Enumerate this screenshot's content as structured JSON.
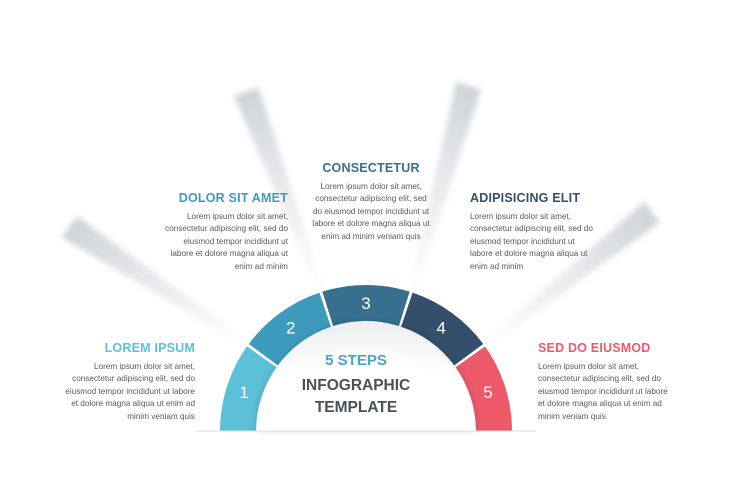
{
  "center": {
    "line1": "5 STEPS",
    "line2": "INFOGRAPHIC",
    "line3": "TEMPLATE",
    "accent": "#4aa7c4",
    "text_color": "#4a5058"
  },
  "steps": [
    {
      "number": "1",
      "title": "LOREM IPSUM",
      "color": "#5bc0d8",
      "lines": [
        "Lorem ipsum dolor sit amet,",
        "consectetur adipiscing elit, sed do",
        "eiusmod tempor incididunt ut labore",
        "et dolore magna aliqua ut enim ad",
        "minim veniam quis"
      ]
    },
    {
      "number": "2",
      "title": "DOLOR SIT AMET",
      "color": "#3e9bbd",
      "lines": [
        "Lorem ipsum dolor sit amet,",
        "consectetur adipiscing elit, sed do",
        "eiusmod tempor incididunt ut",
        "labore et dolore magna aliqua ut",
        "enim ad minim"
      ]
    },
    {
      "number": "3",
      "title": "CONSECTETUR",
      "color": "#37708f",
      "lines": [
        "Lorem ipsum dolor sit amet,",
        "consectetur adipiscing elit, sed",
        "do eiusmod tempor incididunt ut",
        "labore et dolore magna aliqua ut",
        "enim ad minim veniam quis"
      ]
    },
    {
      "number": "4",
      "title": "ADIPISICING ELIT",
      "color": "#344f6b",
      "lines": [
        "Lorem ipsum dolor sit amet,",
        "consectetur adipiscing elit, sed do",
        "eiusmod tempor incididunt ut",
        "labore et dolore magna aliqua ut",
        "enim ad minim"
      ]
    },
    {
      "number": "5",
      "title": "SED DO EIUSMOD",
      "color": "#ec5a6a",
      "lines": [
        "Lorem ipsum dolor sit amet,",
        "consectetur adipiscing elit, sed do",
        "eiusmod tempor incididunt ut labore",
        "et dolore magna aliqua ut enim ad",
        "minim veniam quis"
      ]
    }
  ]
}
